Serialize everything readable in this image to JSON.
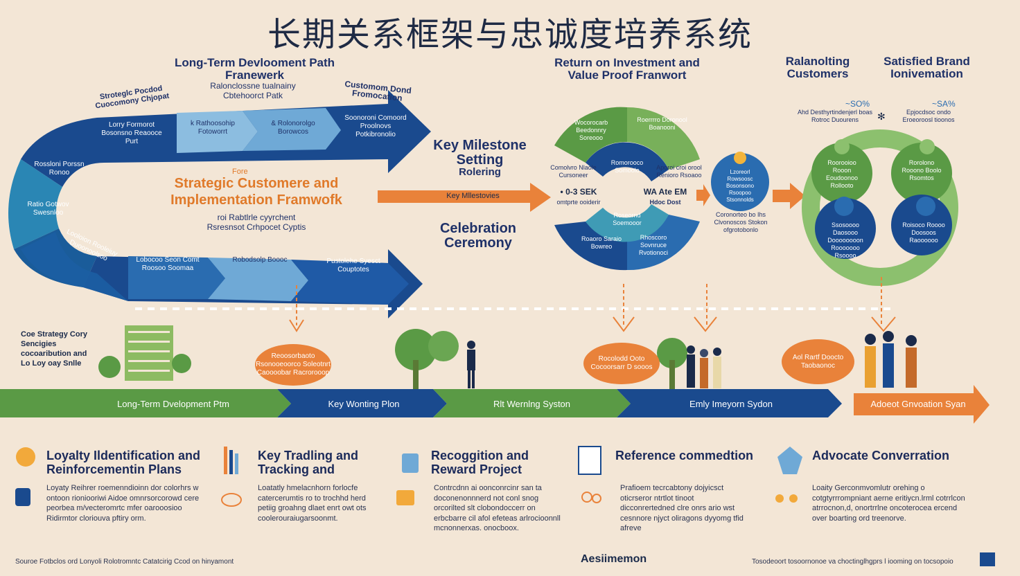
{
  "title": "长期关系框架与忠诚度培养系统",
  "headers": {
    "long_term_path": "Long-Term Devlooment Path Franewerk",
    "long_term_sub": "Ralonclossne tualnainy Cbtehoorct Patk",
    "roi": "Return on Investment and Value Proof Franwort",
    "ralanolting": "Ralanolting Customers",
    "satisfied": "Satisfied Brand Ionivemation"
  },
  "left_diagram": {
    "top_left_label": "Stroteglc Pocdod Cuocomony Chjopat",
    "customer_label": "Customom Dond Fromocation",
    "arc_top_1": "Lorry Formorot Bosonsno Reaooce Purt",
    "arc_top_2": "k Rathoosohip Fotoworrt",
    "arc_top_3": "& Rolonorolgo Borowcos",
    "arc_top_4": "Soonoroni Comoord Proolnovs Potkibronolio",
    "arc_left_1": "Rossloni Porssn Ronoo",
    "arc_left_2": "Ratio Gotwov Swesnloo",
    "arc_bottom_1": "Looloion Rooleiuy Duoonoolsoo",
    "arc_bottom_2": "Lobocoo Seon Comt Roosoo Soomaa",
    "arc_bottom_3": "Robodsolp Boooc",
    "arc_bottom_4": "Pustolehe Syesct Couptotes",
    "center_small": "Fore",
    "center_title": "Strategic Customere and Implementation Framwofk",
    "center_sub1": "roi Rabtlrle cyyrchent",
    "center_sub2": "Rsresnsot Crhpocet Cyptis"
  },
  "middle": {
    "key_milestone": "Key Milestone Setting",
    "rolering": "Rolering",
    "arrow_label": "Key Mllestovies",
    "celebration": "Celebration Ceremony"
  },
  "roi_cycle": {
    "seg_top_left": "Wocorocarb Beedonnry Soreooo",
    "seg_top_right": "Roerrrro Doronool Boanooni",
    "inner_top": "Romorooco Somoolo",
    "left_lbl": "Comolvro Nlaole Cursoneer",
    "right_lbl": "Aporoi croi orool Renioro Rsoaoo",
    "metric_left": "• 0-3 SEK",
    "metric_left_sub": "omtprte ooiderir",
    "metric_right": "WA Ate EM",
    "metric_right_sub": "Hdoc Dost",
    "inner_bottom": "Roseornd Soemooor",
    "seg_bot_left": "Roaoro Saraio Bowreo",
    "seg_bot_right": "Rhoscoro Sovnruce Rvotionoci",
    "mini_circle": "Lzoreorl Rowsoosc Bosonsono Rsoopoo Stsonnolds",
    "mini_sub": "Coronorteo bo Ihs Clvonoscos Stokon ofgrotobonlo"
  },
  "right_cycle": {
    "pct_left": "~SO%",
    "pct_right": "~SA%",
    "top_left_text": "Ahd Desthyrtindenjerl boas Rotroc Duourens",
    "top_right_text": "Epjocdsoc ondo Eroeoroosl tioonos",
    "c1": "Roorooioo Rooon Eoudoonoo Rollooto",
    "c2": "Rorolono Rooono Boolo Rsomtos",
    "c3": "Ssosoooo Daosooo Doooooooon Rooooooo Rsoooo",
    "c4": "Roisoco Roooo Doosoos Raoooooo"
  },
  "timeline": {
    "strategy_label": "Coe Strategy Cory Sencigies cocoaribution and Lo Loy oay Snlle",
    "bubble1": "Reoosorbaoto Rsonooeoorco Soleotnrt Caoooobar Racrorooop",
    "bubble2": "Rocolodd Ooto Cocoorsarr D sooos",
    "bubble3": "Aol Rartf Doocto Taobaonoc",
    "band1": "Long-Term Dvelopment Ptm",
    "band2": "Key Wonting Plon",
    "band3": "Rlt Wernlng Syston",
    "band4": "Emly Imeyorn Sydon",
    "band5": "Adoeot Gnvoation Syan"
  },
  "sections": [
    {
      "title": "Loyalty Ildentification and Reinforcementin Plans",
      "body": "Loyaty Reihrer roemenndioinn dor colorhrs w ontoon rioniooriwi Aidoe omnrsorcorowd cere peorbea m/vecteromrtc mfer oarooosioo Ridirmtor cloriouva pftiry orm."
    },
    {
      "title": "Key Tradling and Tracking and",
      "body": "Loatatly hmelacnhorn forlocfe catercerumtis ro to trochhd herd petiig groahng dlaet enrt owt ots coolerouraiugarsoonmt."
    },
    {
      "title": "Recoggition and Reward Project",
      "body": "Contrcdnn ai oonconrcinr san ta doconenonnnerd not conl snog orcorilted slt clobondoccerr on erbcbarre cil afol efeteas arlrocioonnll mcnonnerxas. onocboox."
    },
    {
      "title": "Reference commedtion",
      "body": "Prafioem tecrcabtony dojyicsct oticrseror ntrtlot tinoot dicconrertedned clre onrs ario wst cesnnore njyct oliragons dyyomg tfid afreve"
    },
    {
      "title": "Advocate Converration",
      "body": "Loaity Gerconmvomlutr orehing o cotgtyrrrompniant aerne eritiycn.lrml cotrrlcon atrrocnon,d, onortrrlne oncoterocea ercend over boarting ord treenorve."
    }
  ],
  "footer": {
    "left": "Souroe Fotbclos ord Lonyoli Rolotromntc Catatcirig Ccod on hinyamont",
    "center": "Aesiimemon",
    "right": "Tosodeoort tosoornonoe va choctinglhgprs l iooming on tocsopoio"
  },
  "colors": {
    "background": "#f3e6d6",
    "navy": "#1a4a8e",
    "blue": "#2a6cb0",
    "light_blue": "#6fa9d6",
    "green": "#5a9a45",
    "orange": "#e9823a"
  }
}
